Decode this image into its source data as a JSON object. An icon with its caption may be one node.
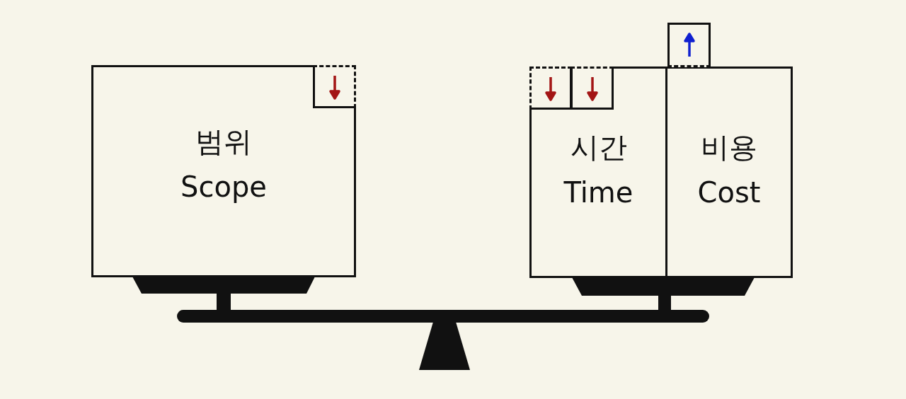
{
  "diagram": {
    "nodes": [
      {
        "text": [
          "범위",
          "Scope"
        ]
      },
      {
        "text": [],
        "shape": "box",
        "in": 0
      },
      {
        "text": [
          "시간",
          "Time"
        ]
      },
      {
        "text": [],
        "shape": "box",
        "in": 2
      },
      {
        "text": [],
        "shape": "box",
        "in": 2
      },
      {
        "text": [
          "비용",
          "Cost"
        ]
      },
      {
        "text": [],
        "shape": "box"
      }
    ]
  }
}
